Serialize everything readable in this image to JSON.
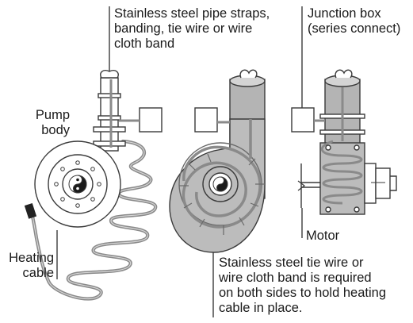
{
  "labels": {
    "straps": "Stainless steel pipe straps,\nbanding, tie wire or wire\ncloth band",
    "junction_box": "Junction box\n(series connect)",
    "pump_body": "Pump\nbody",
    "heating_cable": "Heating\ncable",
    "motor": "Motor",
    "tie_wire_note": "Stainless steel tie wire or\nwire cloth band is required\non both sides to hold heating\ncable in place."
  },
  "colors": {
    "line": "#3a3a3a",
    "cable": "#8a8a8a",
    "cable_light": "#bdbdbd",
    "pump_fill": "#bcbcbc",
    "pipe_fill": "#b4b4b4",
    "white": "#ffffff"
  },
  "icons": {
    "impeller": "yin-yang-icon",
    "valve": "butterfly-valve-icon"
  }
}
